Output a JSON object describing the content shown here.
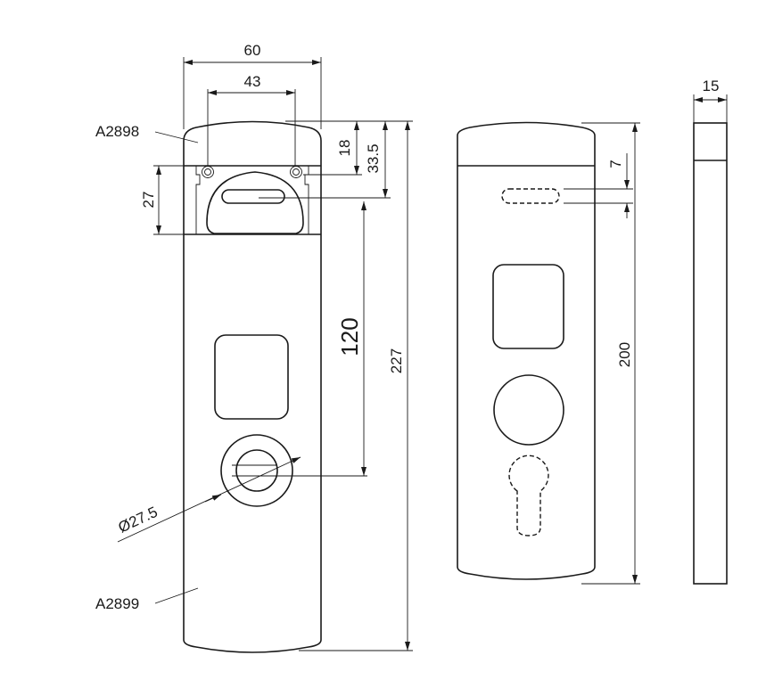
{
  "labels": {
    "top_part": "A2898",
    "bottom_part": "A2899"
  },
  "dimensions": {
    "width_60": "60",
    "screw_spacing_43": "43",
    "height_18": "18",
    "height_33_5": "33.5",
    "height_27": "27",
    "spacing_120": "120",
    "total_227": "227",
    "diameter": "Ø27.5",
    "slot_7": "7",
    "height_200": "200",
    "thickness_15": "15"
  }
}
